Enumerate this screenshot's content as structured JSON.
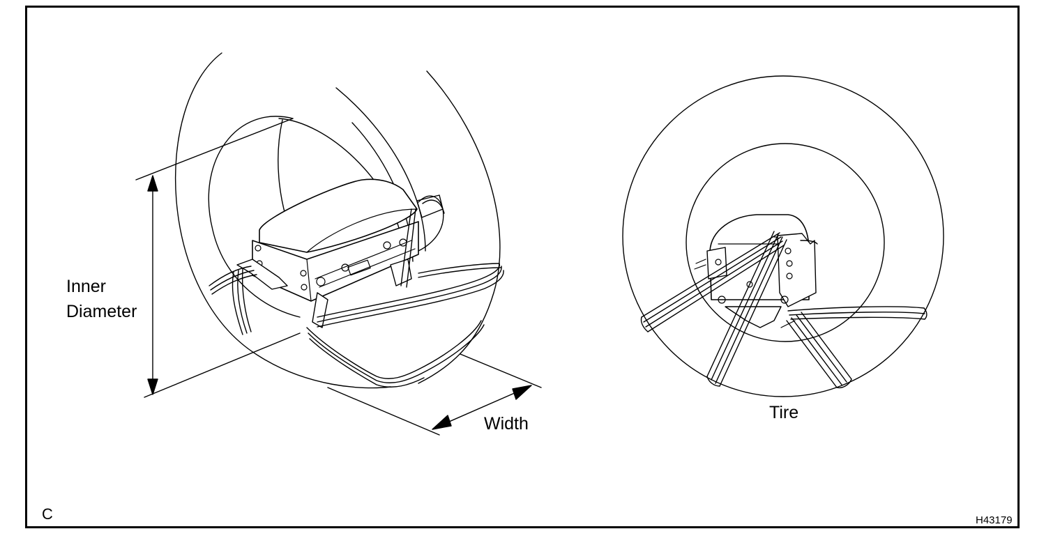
{
  "labels": {
    "inner_diameter_line1": "Inner",
    "inner_diameter_line2": "Diameter",
    "width": "Width",
    "tire": "Tire",
    "corner_letter": "C",
    "figure_code": "H43179"
  },
  "colors": {
    "ink": "#000000",
    "paper": "#ffffff"
  }
}
